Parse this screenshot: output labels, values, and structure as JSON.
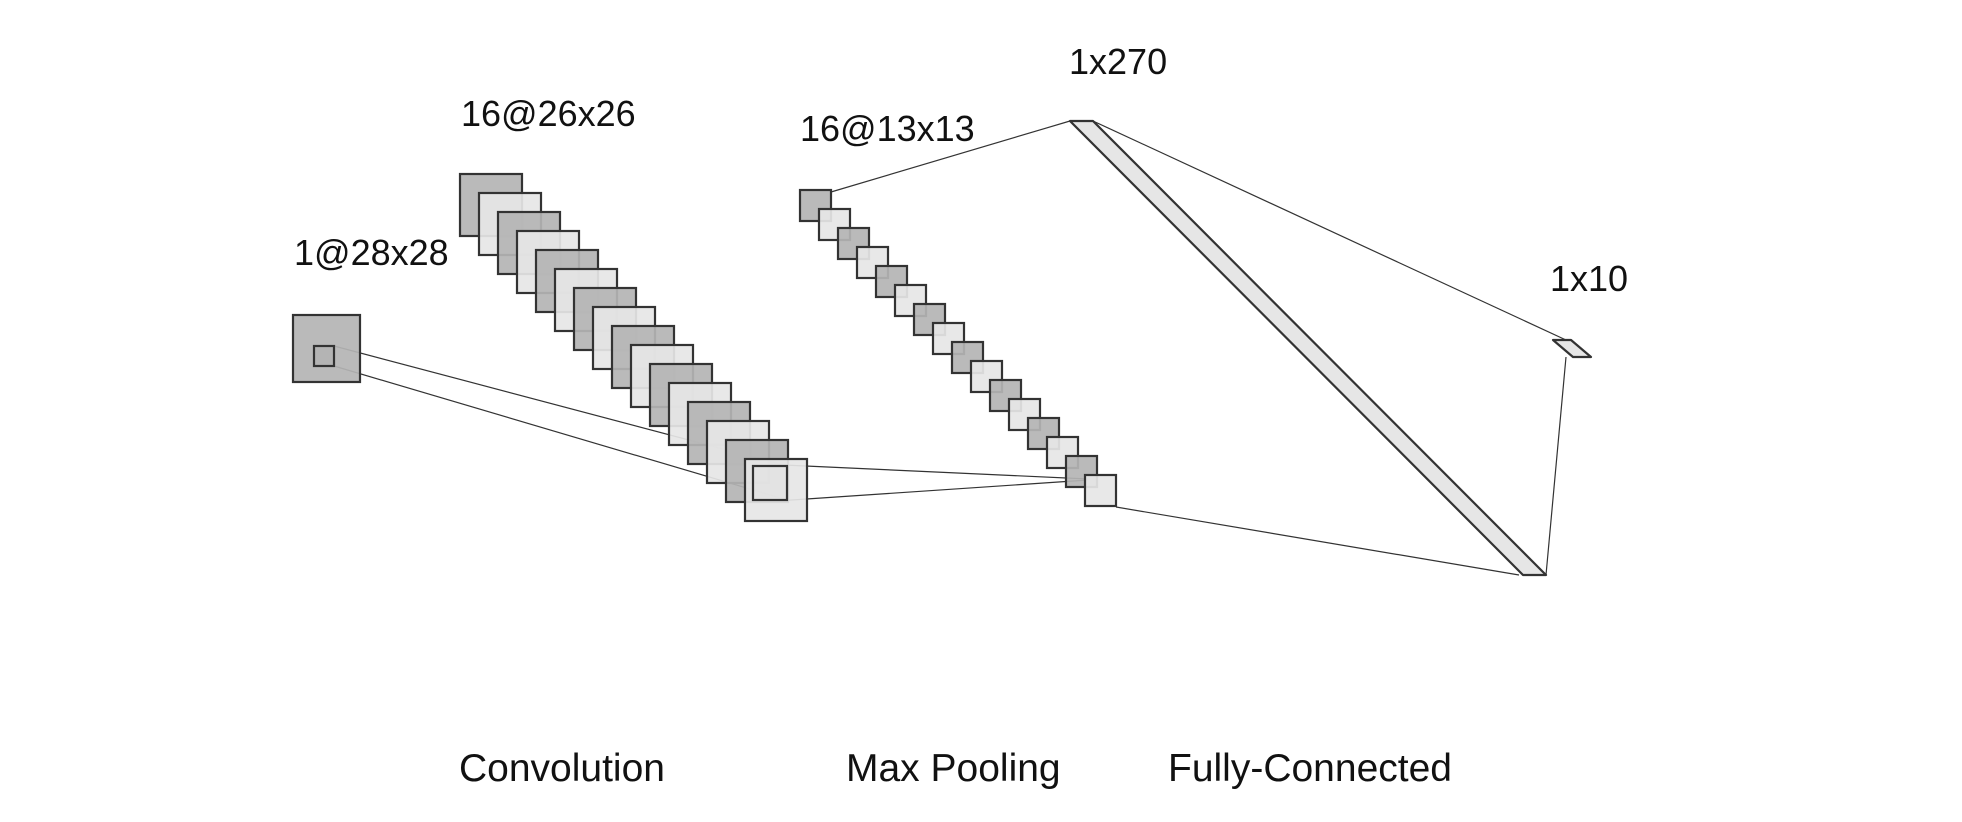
{
  "layers": {
    "input": {
      "label": "1@28x28",
      "maps": 1
    },
    "conv": {
      "label": "16@26x26",
      "maps": 16
    },
    "pool": {
      "label": "16@13x13",
      "maps": 16
    },
    "fc": {
      "label": "1x270"
    },
    "output": {
      "label": "1x10"
    }
  },
  "operations": {
    "convolution": "Convolution",
    "max_pooling": "Max Pooling",
    "fully_connected": "Fully-Connected"
  },
  "colors": {
    "dark_fill": "#b4b4b4",
    "light_fill": "#e6e6e6",
    "stroke": "#333333"
  }
}
